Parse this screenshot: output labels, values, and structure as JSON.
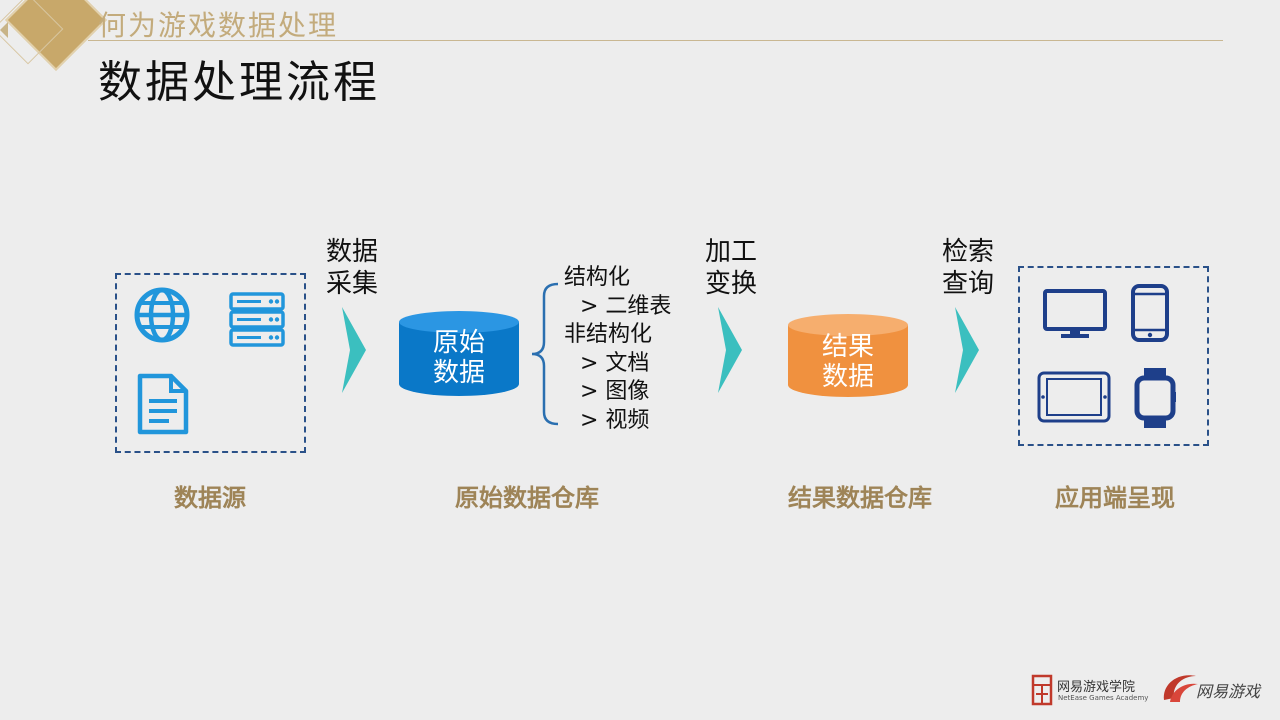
{
  "header": {
    "subtitle": "何为游戏数据处理",
    "title": "数据处理流程"
  },
  "steps": {
    "collect": [
      "数据",
      "采集"
    ],
    "transform": [
      "加工",
      "变换"
    ],
    "retrieve": [
      "检索",
      "查询"
    ]
  },
  "stages": {
    "source": "数据源",
    "raw_warehouse": "原始数据仓库",
    "result_warehouse": "结果数据仓库",
    "app": "应用端呈现"
  },
  "raw_cylinder": [
    "原始",
    "数据"
  ],
  "result_cylinder": [
    "结果",
    "数据"
  ],
  "data_types": [
    "结构化",
    "> 二维表",
    "非结构化",
    "> 文档",
    "> 图像",
    "> 视频"
  ],
  "colors": {
    "accent_gold": "#9e8457",
    "box_border": "#2a5189",
    "icon_blue": "#2196db",
    "raw_cylinder": "#0a78c8",
    "result_cylinder": "#f0913f",
    "arrow_teal": "#3bbfbf",
    "device_navy": "#1e3f8a"
  },
  "icons": {
    "source": [
      "globe-icon",
      "server-icon",
      "document-icon"
    ],
    "app": [
      "monitor-icon",
      "phone-icon",
      "tablet-icon",
      "smartwatch-icon"
    ]
  },
  "footer": {
    "academy_name": "网易游戏学院",
    "academy_sub": "NetEase Games Academy",
    "brand": "网易游戏"
  }
}
